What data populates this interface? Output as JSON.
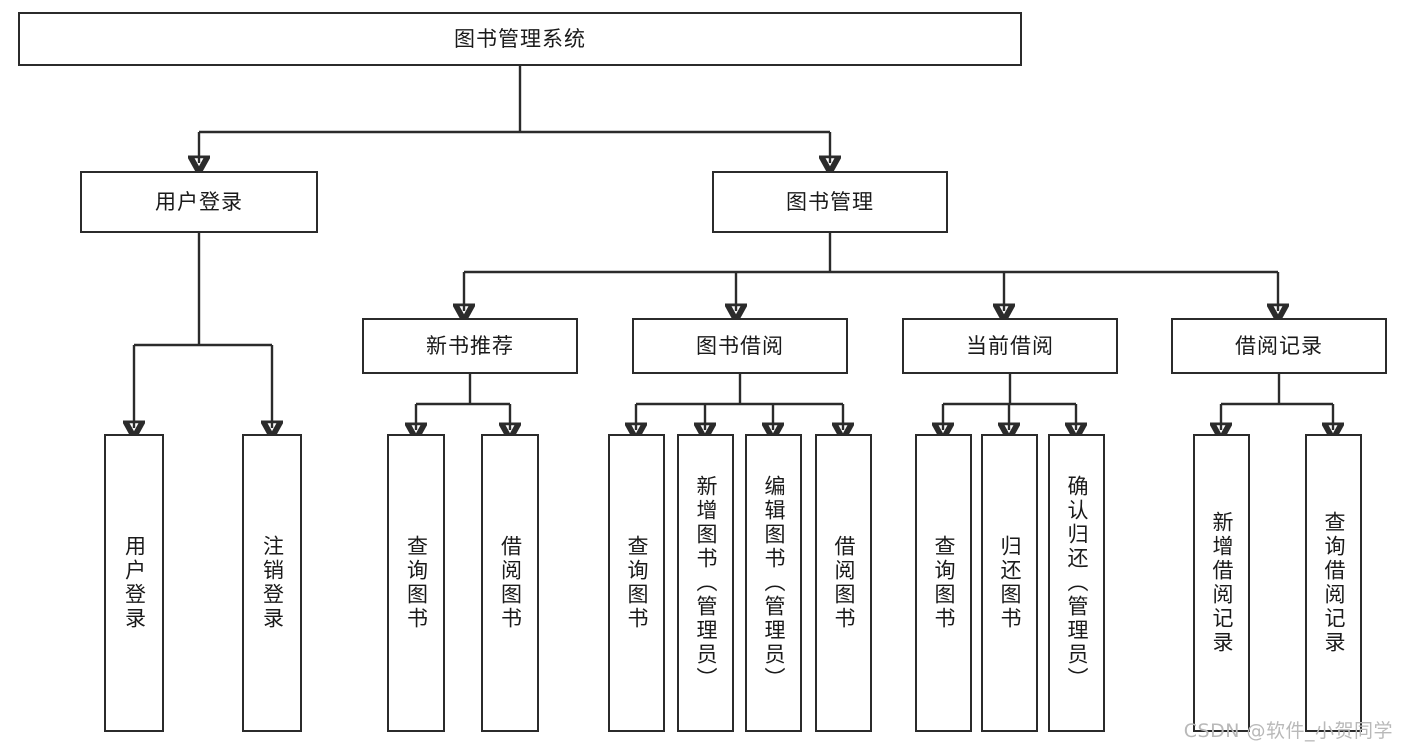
{
  "diagram": {
    "type": "tree",
    "title": "图书管理系统",
    "orientation": "top-down",
    "colors": {
      "box_border": "#2b2b2b",
      "box_fill": "#ffffff",
      "connector": "#2b2b2b",
      "text": "#1a1a1a",
      "watermark": "#b9b9b9"
    },
    "root": {
      "id": "root",
      "label": "图书管理系统"
    },
    "level2": [
      {
        "id": "user-login",
        "label": "用户登录"
      },
      {
        "id": "book-manage",
        "label": "图书管理"
      }
    ],
    "level3": [
      {
        "id": "new-book-rec",
        "label": "新书推荐",
        "parent": "book-manage"
      },
      {
        "id": "book-borrow",
        "label": "图书借阅",
        "parent": "book-manage"
      },
      {
        "id": "current-borrow",
        "label": "当前借阅",
        "parent": "book-manage"
      },
      {
        "id": "borrow-record",
        "label": "借阅记录",
        "parent": "book-manage"
      }
    ],
    "leaves": [
      {
        "id": "leaf-user-login",
        "label": "用户登录",
        "parent": "user-login"
      },
      {
        "id": "leaf-logout",
        "label": "注销登录",
        "parent": "user-login"
      },
      {
        "id": "leaf-query-book-1",
        "label": "查询图书",
        "parent": "new-book-rec"
      },
      {
        "id": "leaf-borrow-book-1",
        "label": "借阅图书",
        "parent": "new-book-rec"
      },
      {
        "id": "leaf-query-book-2",
        "label": "查询图书",
        "parent": "book-borrow"
      },
      {
        "id": "leaf-add-book",
        "label": "新增图书（管理员）",
        "parent": "book-borrow"
      },
      {
        "id": "leaf-edit-book",
        "label": "编辑图书（管理员）",
        "parent": "book-borrow"
      },
      {
        "id": "leaf-borrow-book-2",
        "label": "借阅图书",
        "parent": "book-borrow"
      },
      {
        "id": "leaf-query-book-3",
        "label": "查询图书",
        "parent": "current-borrow"
      },
      {
        "id": "leaf-return-book",
        "label": "归还图书",
        "parent": "current-borrow"
      },
      {
        "id": "leaf-confirm-return",
        "label": "确认归还（管理员）",
        "parent": "current-borrow"
      },
      {
        "id": "leaf-add-record",
        "label": "新增借阅记录",
        "parent": "borrow-record"
      },
      {
        "id": "leaf-query-record",
        "label": "查询借阅记录",
        "parent": "borrow-record"
      }
    ]
  },
  "watermark": {
    "text": "CSDN @软件_小贺同学"
  }
}
